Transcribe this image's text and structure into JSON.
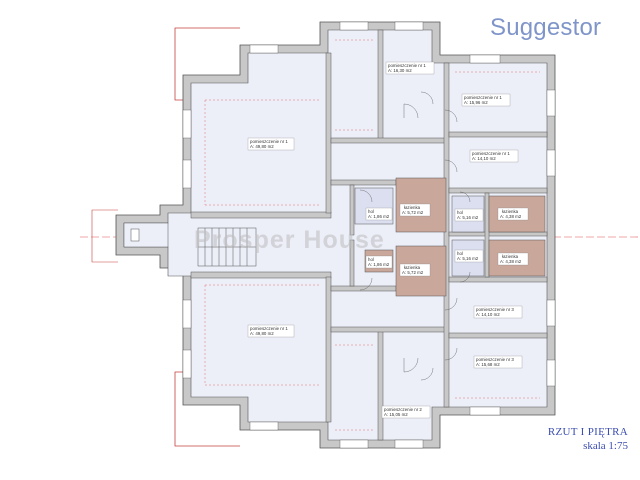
{
  "watermark": {
    "brand": "Suggestor",
    "agency": "Prosper House"
  },
  "title_block": {
    "title": "RZUT I PIĘTRA",
    "scale": "skala 1:75"
  },
  "rooms": [
    {
      "id": "main-top",
      "name": "pomieszczenie nr 1",
      "area": "A: 49,80 m2"
    },
    {
      "id": "main-bottom",
      "name": "pomieszczenie nr 1",
      "area": "A: 49,80 m2"
    },
    {
      "id": "top-small",
      "name": "pomieszczenie nr 1",
      "area": "A: 16,30 m2"
    },
    {
      "id": "bottom-small",
      "name": "pomieszczenie nr 2",
      "area": "A: 15,05 m2"
    },
    {
      "id": "right-1",
      "name": "pomieszczenie nr 1",
      "area": "A: 15,96 m2"
    },
    {
      "id": "right-2",
      "name": "pomieszczenie nr 1",
      "area": "A: 14,10 m2"
    },
    {
      "id": "right-3",
      "name": "pomieszczenie nr 3",
      "area": "A: 14,10 m2"
    },
    {
      "id": "right-4",
      "name": "pomieszczenie nr 3",
      "area": "A: 15,68 m2"
    },
    {
      "id": "lazienka-1",
      "name": "łazienka",
      "area": "A: 5,72 m2"
    },
    {
      "id": "lazienka-2",
      "name": "łazienka",
      "area": "A: 5,72 m2"
    },
    {
      "id": "lazienka-3",
      "name": "łazienka",
      "area": "A: 4,38 m2"
    },
    {
      "id": "lazienka-4",
      "name": "łazienka",
      "area": "A: 4,38 m2"
    },
    {
      "id": "hall-1",
      "name": "hol",
      "area": "A: 1,86 m2"
    },
    {
      "id": "hall-2",
      "name": "hol",
      "area": "A: 1,86 m2"
    },
    {
      "id": "hall-3",
      "name": "hol",
      "area": "A: 5,16 m2"
    },
    {
      "id": "hall-4",
      "name": "hol",
      "area": "A: 5,16 m2"
    }
  ],
  "colors": {
    "wall": "#c8c8c8",
    "wall_outline": "#555555",
    "floor": "#eceef8",
    "bathroom": "#c9a79a",
    "dimension": "#e05050",
    "annotation": "#3a4db0"
  }
}
